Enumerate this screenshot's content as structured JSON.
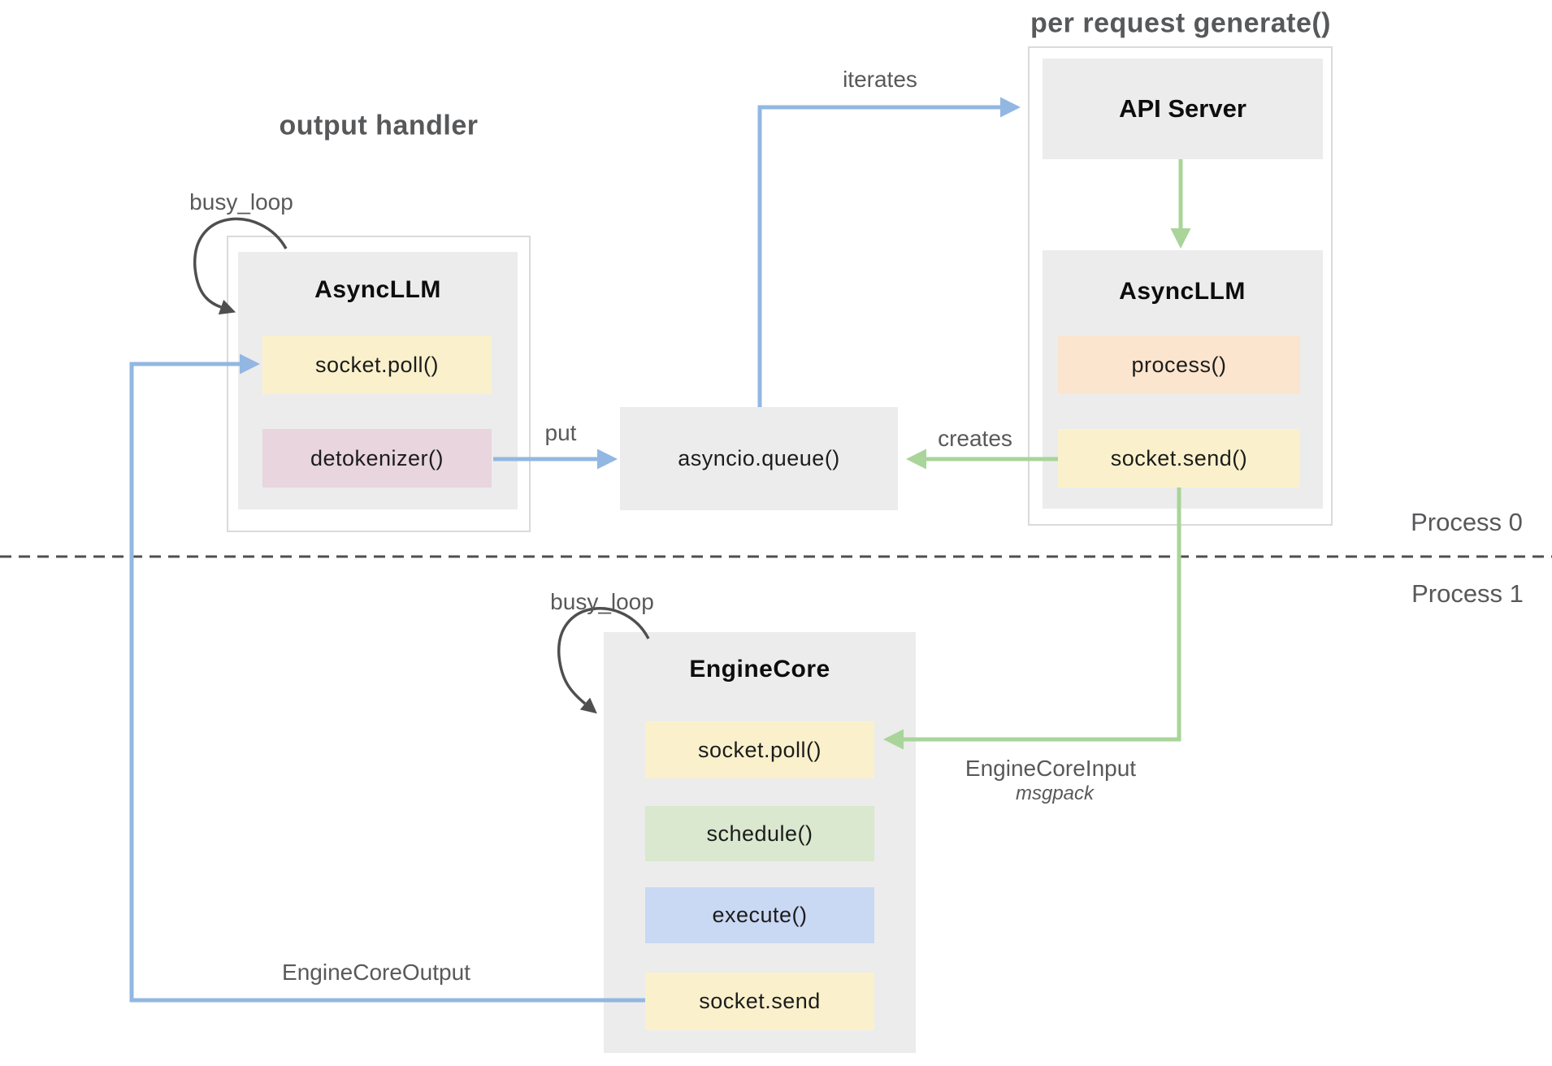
{
  "colors": {
    "panel_gray": "#ECECEC",
    "container_border": "#DADADA",
    "chip_yellow": "#FAF1CC",
    "chip_pink": "#E8D5DE",
    "chip_orange": "#FBE5CE",
    "chip_green": "#D9E8CE",
    "chip_blue": "#C9D8F3",
    "arrow_blue": "#92B7E2",
    "arrow_green": "#A9D49A",
    "arrow_dark": "#4F4F4F",
    "label_gray": "#595959",
    "text_dark": "#1C1C1C"
  },
  "titles": {
    "output_handler": "output handler",
    "per_request_generate": "per request generate()"
  },
  "left": {
    "busy_loop": "busy_loop",
    "component": {
      "name": "AsyncLLM",
      "methods": [
        {
          "label": "socket.poll()",
          "color": "yellow"
        },
        {
          "label": "detokenizer()",
          "color": "pink"
        }
      ]
    }
  },
  "queue": {
    "label": "asyncio.queue()"
  },
  "right": {
    "api_server": {
      "label": "API Server"
    },
    "component": {
      "name": "AsyncLLM",
      "methods": [
        {
          "label": "process()",
          "color": "orange"
        },
        {
          "label": "socket.send()",
          "color": "yellow"
        }
      ]
    }
  },
  "engine": {
    "busy_loop": "busy_loop",
    "component": {
      "name": "EngineCore",
      "methods": [
        {
          "label": "socket.poll()",
          "color": "yellow"
        },
        {
          "label": "schedule()",
          "color": "green"
        },
        {
          "label": "execute()",
          "color": "blue"
        },
        {
          "label": "socket.send",
          "color": "yellow"
        }
      ]
    }
  },
  "edges": {
    "iterates": "iterates",
    "put": "put",
    "creates": "creates",
    "input_label": "EngineCoreInput",
    "input_sublabel": "msgpack",
    "output_label": "EngineCoreOutput"
  },
  "process": {
    "p0": "Process 0",
    "p1": "Process 1"
  }
}
